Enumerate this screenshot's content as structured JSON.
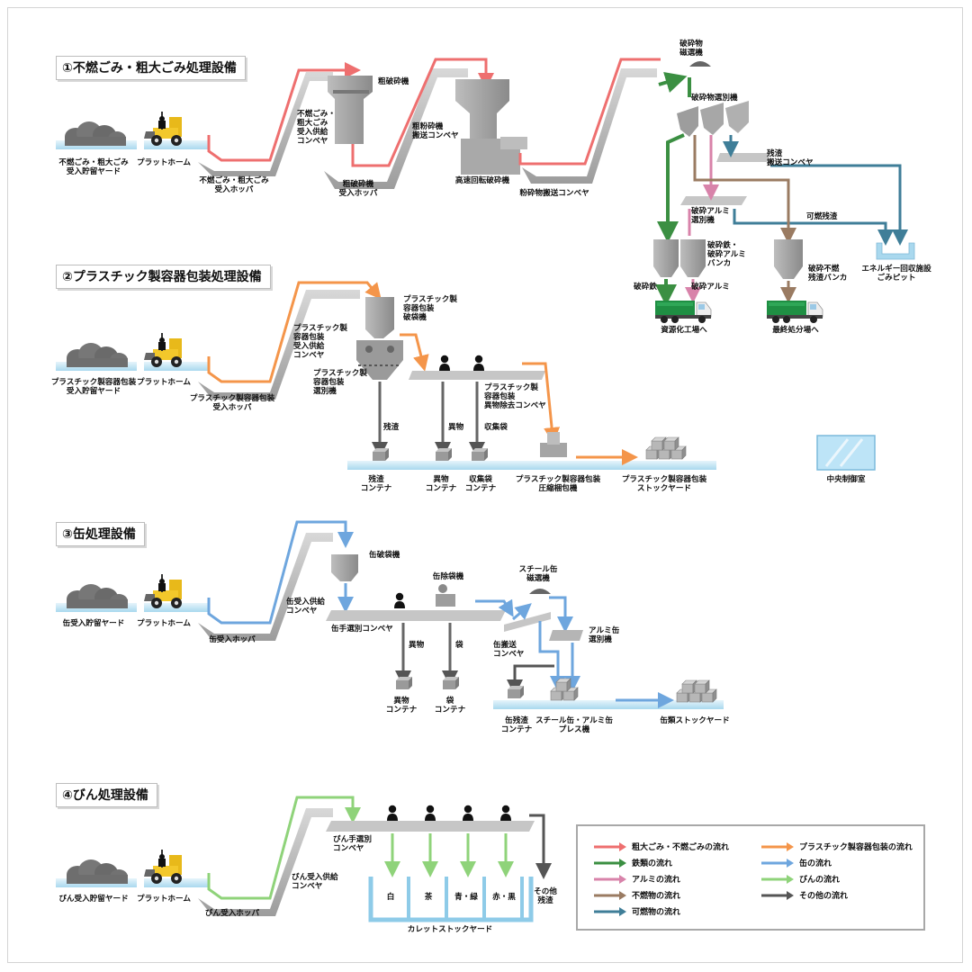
{
  "sections": [
    {
      "id": "s1",
      "title": "①不燃ごみ・粗大ごみ処理設備"
    },
    {
      "id": "s2",
      "title": "②プラスチック製容器包装処理設備"
    },
    {
      "id": "s3",
      "title": "③缶処理設備"
    },
    {
      "id": "s4",
      "title": "④びん処理設備"
    }
  ],
  "labels": {
    "s1_yard": "不燃ごみ・粗大ごみ\n受入貯留ヤード",
    "s1_platform": "プラットホーム",
    "s1_hopper": "不燃ごみ・粗大ごみ\n受入ホッパ",
    "s1_feed_conv": "不燃ごみ・\n粗大ごみ\n受入供給\nコンベヤ",
    "s1_coarse_crusher": "粗破砕機",
    "s1_crusher_hopper": "粗破砕機\n受入ホッパ",
    "s1_crush_conv": "粗粉砕機\n搬送コンベヤ",
    "s1_hs_crusher": "高速回転破砕機",
    "s1_powder_conv": "粉砕物搬送コンベヤ",
    "s1_magnet": "破砕物\n磁選機",
    "s1_sorter": "破砕物選別機",
    "s1_residue_conv": "残渣\n搬送コンベヤ",
    "s1_al_sorter": "破砕アルミ\n選別機",
    "s1_combustible": "可燃残渣",
    "s1_fe_al_bunker": "破砕鉄・\n破砕アルミ\nバンカ",
    "s1_fe": "破砕鉄",
    "s1_al": "破砕アルミ",
    "s1_nc_bunker": "破砕不燃\n残渣バンカ",
    "s1_energy_pit": "エネルギー回収施設\nごみピット",
    "s1_recycle": "資源化工場へ",
    "s1_landfill": "最終処分場へ",
    "s2_yard": "プラスチック製容器包装\n受入貯留ヤード",
    "s2_platform": "プラットホーム",
    "s2_hopper": "プラスチック製容器包装\n受入ホッパ",
    "s2_feed_conv": "プラスチック製\n容器包装\n受入供給\nコンベヤ",
    "s2_bag_breaker": "プラスチック製\n容器包装\n破袋機",
    "s2_sorter": "プラスチック製\n容器包装\n選別機",
    "s2_foreign_conv": "プラスチック製\n容器包装\n異物除去コンベヤ",
    "s2_residue": "残渣",
    "s2_foreign": "異物",
    "s2_bag": "収集袋",
    "s2_residue_cont": "残渣\nコンテナ",
    "s2_foreign_cont": "異物\nコンテナ",
    "s2_bag_cont": "収集袋\nコンテナ",
    "s2_baler": "プラスチック製容器包装\n圧縮梱包機",
    "s2_stock": "プラスチック製容器包装\nストックヤード",
    "control_room": "中央制御室",
    "s3_yard": "缶受入貯留ヤード",
    "s3_platform": "プラットホーム",
    "s3_hopper": "缶受入ホッパ",
    "s3_feed_conv": "缶受入供給\nコンベヤ",
    "s3_bag_breaker": "缶破袋機",
    "s3_bag_remover": "缶除袋機",
    "s3_hand_conv": "缶手選別コンベヤ",
    "s3_foreign": "異物",
    "s3_bag": "袋",
    "s3_foreign_cont": "異物\nコンテナ",
    "s3_bag_cont": "袋\nコンテナ",
    "s3_steel_magnet": "スチール缶\n磁選機",
    "s3_can_conv": "缶搬送\nコンベヤ",
    "s3_al_sorter": "アルミ缶\n選別機",
    "s3_residue_cont": "缶残渣\nコンテナ",
    "s3_press": "スチール缶・アルミ缶\nプレス機",
    "s3_stock": "缶類ストックヤード",
    "s4_yard": "びん受入貯留ヤード",
    "s4_platform": "プラットホーム",
    "s4_hopper": "びん受入ホッパ",
    "s4_feed_conv": "びん受入供給\nコンベヤ",
    "s4_hand_conv": "びん手選別\nコンベヤ",
    "s4_white": "白",
    "s4_brown": "茶",
    "s4_bluegreen": "青・緑",
    "s4_redblack": "赤・黒",
    "s4_other": "その他\n残渣",
    "s4_cullet": "カレットストックヤード"
  },
  "legend": [
    {
      "label": "粗大ごみ・不燃ごみの流れ",
      "color": "#ee6f6f"
    },
    {
      "label": "プラスチック製容器包装の流れ",
      "color": "#f4954a"
    },
    {
      "label": "鉄類の流れ",
      "color": "#3b8f42"
    },
    {
      "label": "缶の流れ",
      "color": "#6ea6de"
    },
    {
      "label": "アルミの流れ",
      "color": "#d883aa"
    },
    {
      "label": "びんの流れ",
      "color": "#8fd37a"
    },
    {
      "label": "不燃物の流れ",
      "color": "#9a7b62"
    },
    {
      "label": "その他の流れ",
      "color": "#555555"
    },
    {
      "label": "可燃物の流れ",
      "color": "#3f7e98"
    }
  ]
}
